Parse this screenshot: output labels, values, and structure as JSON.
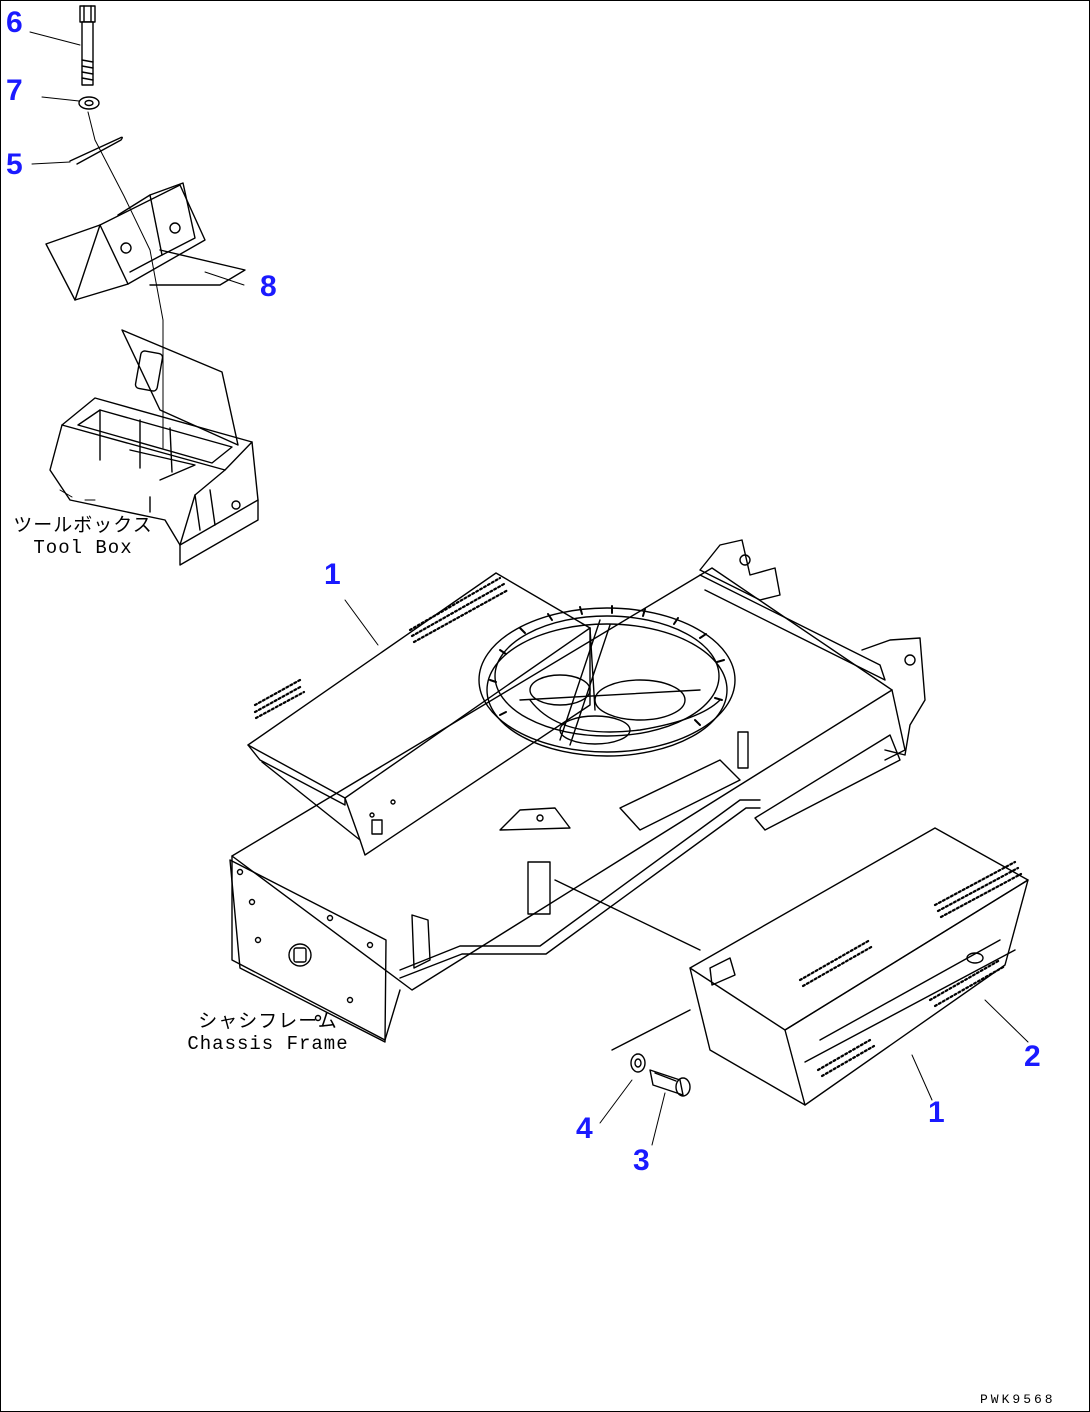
{
  "callouts": {
    "c6": "6",
    "c7": "7",
    "c5": "5",
    "c8": "8",
    "c1a": "1",
    "c1b": "1",
    "c2": "2",
    "c3": "3",
    "c4": "4"
  },
  "labels": {
    "tool_box_jp": "ツールボックス",
    "tool_box_en": "Tool Box",
    "chassis_frame_jp": "シャシフレーム",
    "chassis_frame_en": "Chassis Frame"
  },
  "drawing_code": "PWK9568",
  "colors": {
    "callout": "#1a1aff",
    "line": "#000000",
    "background": "#ffffff"
  }
}
